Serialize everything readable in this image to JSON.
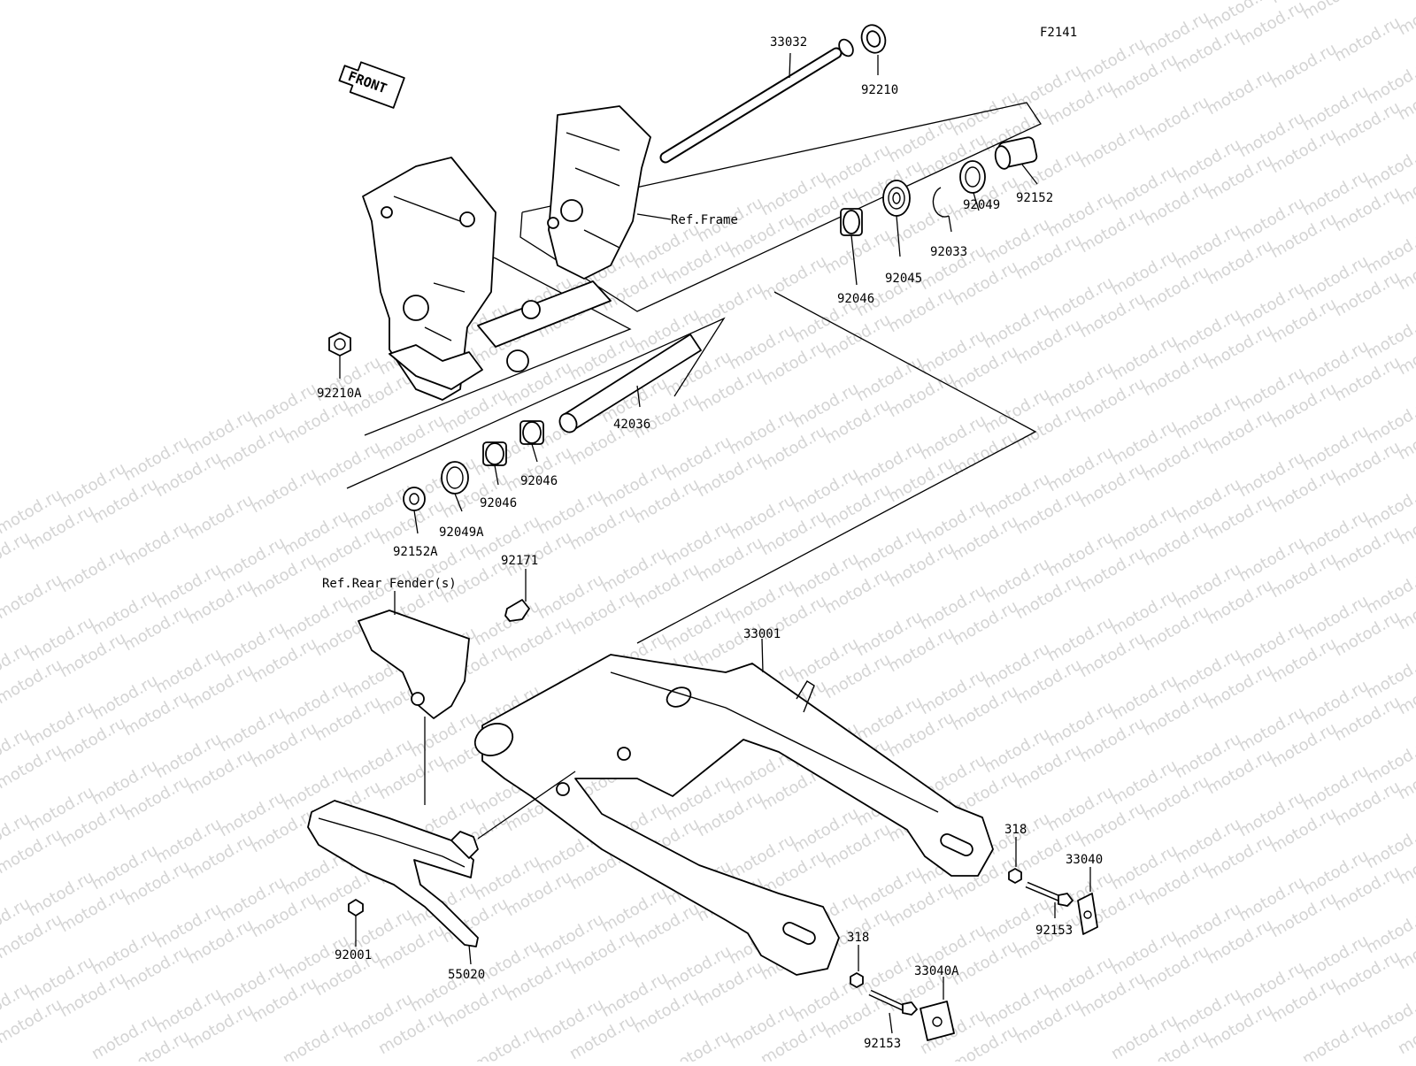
{
  "diagram": {
    "code": "F2141",
    "watermark": "motod.ru",
    "front_label": "FRONT",
    "refs": {
      "frame": "Ref.Frame",
      "rear_fender": "Ref.Rear Fender(s)"
    },
    "parts": {
      "p33032": "33032",
      "p92210": "92210",
      "p92152": "92152",
      "p92049": "92049",
      "p92033": "92033",
      "p92045": "92045",
      "p92046a": "92046",
      "p92210A": "92210A",
      "p42036": "42036",
      "p92046b": "92046",
      "p92046c": "92046",
      "p92049A": "92049A",
      "p92152A": "92152A",
      "p92171": "92171",
      "p33001": "33001",
      "p318a": "318",
      "p33040": "33040",
      "p92153a": "92153",
      "p318b": "318",
      "p33040A": "33040A",
      "p92153b": "92153",
      "p92001": "92001",
      "p55020": "55020"
    }
  }
}
